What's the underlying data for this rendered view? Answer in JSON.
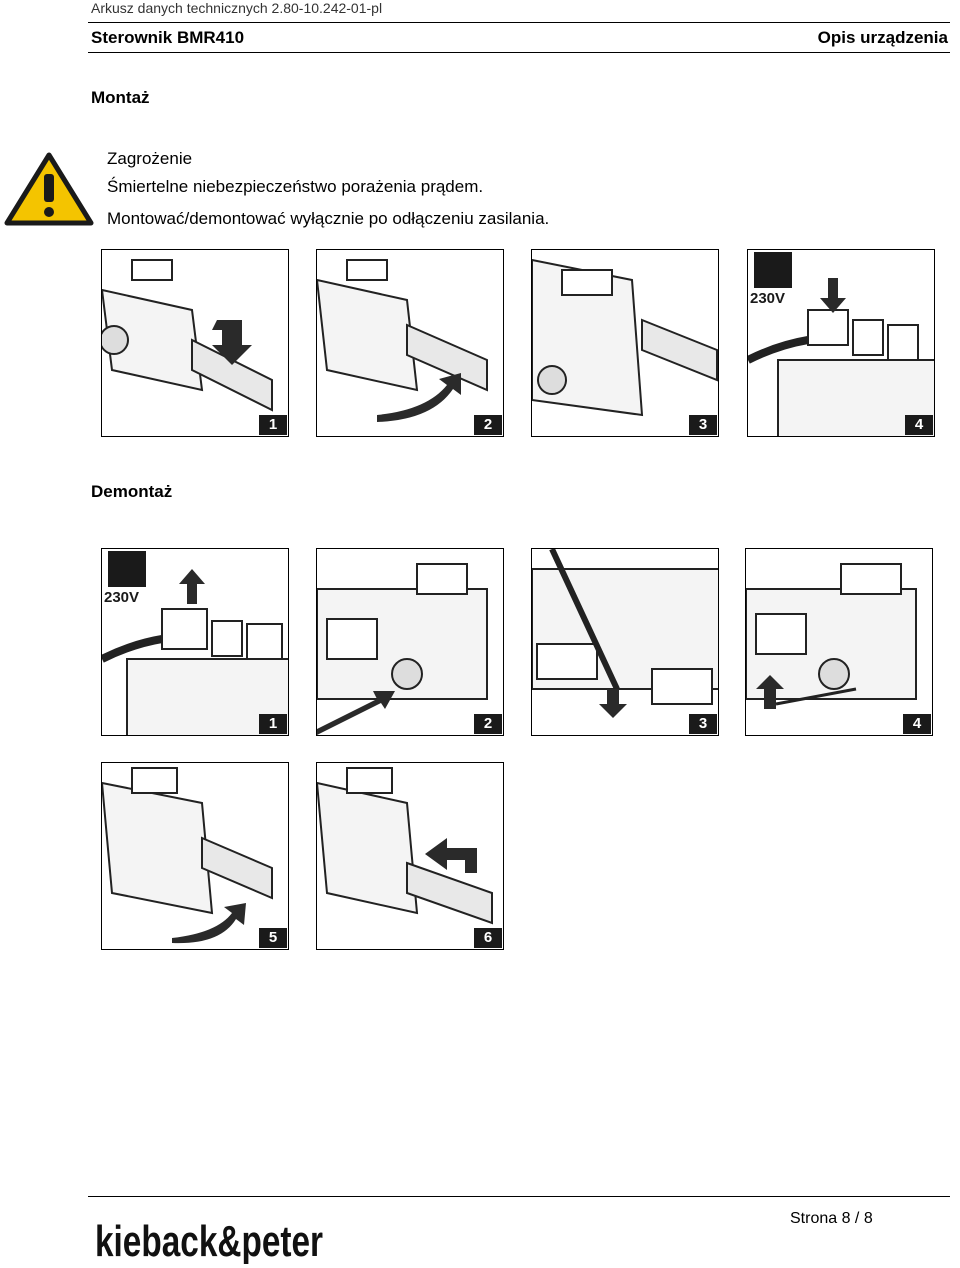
{
  "header": {
    "doc_ref": "Arkusz danych technicznych 2.80-10.242-01-pl",
    "product": "Sterownik BMR410",
    "section": "Opis urządzenia"
  },
  "montage": {
    "heading": "Montaż",
    "warning": {
      "title": "Zagrożenie",
      "line1": "Śmiertelne niebezpieczeństwo porażenia prądem.",
      "line2": "Montować/demontować wyłącznie po odłączeniu zasilania."
    },
    "steps": [
      "1",
      "2",
      "3",
      "4"
    ],
    "voltage_label": "230V"
  },
  "demontage": {
    "heading": "Demontaż",
    "steps": [
      "1",
      "2",
      "3",
      "4",
      "5",
      "6"
    ],
    "voltage_label": "230V"
  },
  "footer": {
    "brand": "kieback&peter",
    "page": "Strona 8 / 8"
  }
}
